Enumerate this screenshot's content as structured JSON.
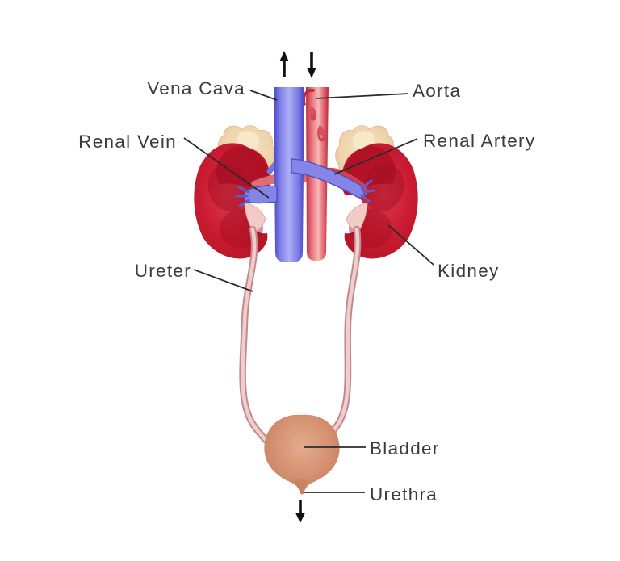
{
  "diagram": {
    "labels": {
      "vena_cava": "Vena Cava",
      "aorta": "Aorta",
      "renal_vein": "Renal Vein",
      "renal_artery": "Renal Artery",
      "ureter": "Ureter",
      "kidney": "Kidney",
      "bladder": "Bladder",
      "urethra": "Urethra"
    },
    "flow_arrows": {
      "vena_cava_direction": "up",
      "aorta_direction": "down",
      "urethra_direction": "down"
    },
    "colors": {
      "background": "#ffffff",
      "label_text": "#3b3b3b",
      "leader_line": "#2b2b2b",
      "vein_blue": "#8585e8",
      "vein_blue_dark": "#4d4dbb",
      "artery_red": "#d8505e",
      "artery_red_dark": "#c02e3e",
      "kidney_red": "#c5182e",
      "kidney_red_dark": "#a30e21",
      "adrenal_cream": "#efd3ac",
      "ureter_outline_pink": "#c5898c",
      "ureter_fill_pink": "#efcfcd",
      "bladder_tan": "#d3906f",
      "arrow_black": "#111111"
    }
  }
}
